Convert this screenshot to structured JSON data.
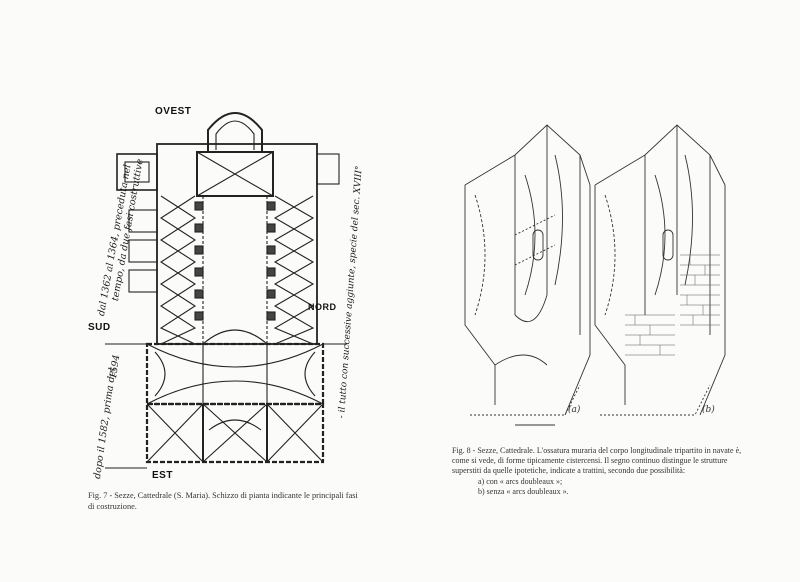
{
  "fig7": {
    "labels": {
      "west": "OVEST",
      "east": "EST",
      "south": "SUD",
      "north": "NORD"
    },
    "handwriting": {
      "line1": "dal 1362 al 1364, preceduta nel",
      "line2": "tempo, da due fasi costruttive",
      "line3": "dopo il 1582, prima del",
      "line4": "1594",
      "line5": "- il tutto con successive aggiunte, specie del sec. XVIII°"
    },
    "caption": "Fig. 7 - Sezze, Cattedrale (S. Maria). Schizzo di pianta indicante le principali fasi di costruzione."
  },
  "fig8": {
    "tag_a": "(a)",
    "tag_b": "(b)",
    "caption_line1": "Fig. 8 - Sezze, Cattedrale. L'ossatura muraria del corpo longitudinale tripartito in navate è, come si vede, di forme tipicamente cistercensi.",
    "caption_line2": "Il segno continuo distingue le strutture superstiti da quelle ipotetiche, indicate a trattini, secondo due possibilità:",
    "item_a": "a) con « arcs doubleaux »;",
    "item_b": "b) senza « arcs doubleaux »."
  }
}
